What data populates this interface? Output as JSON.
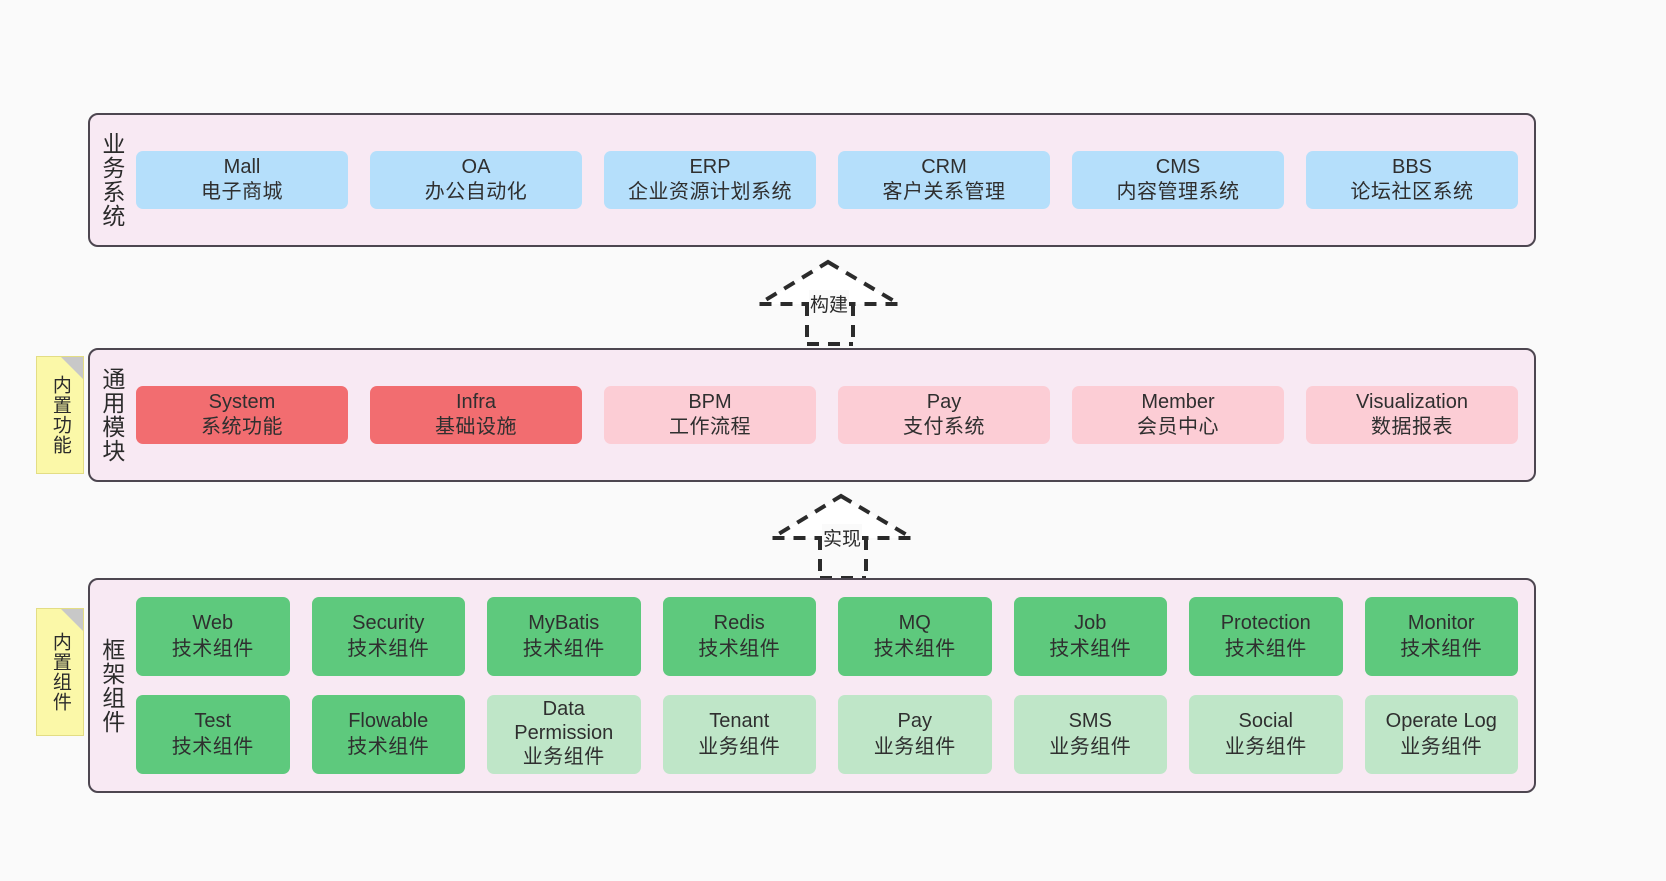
{
  "diagram": {
    "background": "#fafafa",
    "layer_fill": "#f8e9f3",
    "layer_border": "#4d4650",
    "note_fill": "#fbf8a8"
  },
  "layers": [
    {
      "id": "business-systems",
      "title": "业务系统",
      "note": null,
      "rows": [
        {
          "cells": [
            {
              "en": "Mall",
              "cn": "电子商城",
              "color": "#b5dffb",
              "style": "c-blue"
            },
            {
              "en": "OA",
              "cn": "办公自动化",
              "color": "#b5dffb",
              "style": "c-blue"
            },
            {
              "en": "ERP",
              "cn": "企业资源计划系统",
              "color": "#b5dffb",
              "style": "c-blue"
            },
            {
              "en": "CRM",
              "cn": "客户关系管理",
              "color": "#b5dffb",
              "style": "c-blue"
            },
            {
              "en": "CMS",
              "cn": "内容管理系统",
              "color": "#b5dffb",
              "style": "c-blue"
            },
            {
              "en": "BBS",
              "cn": "论坛社区系统",
              "color": "#b5dffb",
              "style": "c-blue"
            }
          ]
        }
      ]
    },
    {
      "id": "common-modules",
      "title": "通用模块",
      "note": "内置功能",
      "rows": [
        {
          "cells": [
            {
              "en": "System",
              "cn": "系统功能",
              "color": "#f26d70",
              "style": "c-red"
            },
            {
              "en": "Infra",
              "cn": "基础设施",
              "color": "#f26d70",
              "style": "c-red"
            },
            {
              "en": "BPM",
              "cn": "工作流程",
              "color": "#fccdd5",
              "style": "c-pink"
            },
            {
              "en": "Pay",
              "cn": "支付系统",
              "color": "#fccdd5",
              "style": "c-pink"
            },
            {
              "en": "Member",
              "cn": "会员中心",
              "color": "#fccdd5",
              "style": "c-pink"
            },
            {
              "en": "Visualization",
              "cn": "数据报表",
              "color": "#fccdd5",
              "style": "c-pink"
            }
          ]
        }
      ]
    },
    {
      "id": "framework-components",
      "title": "框架组件",
      "note": "内置组件",
      "rows": [
        {
          "cells": [
            {
              "en": "Web",
              "cn": "技术组件",
              "color": "#5ec97d",
              "style": "c-green"
            },
            {
              "en": "Security",
              "cn": "技术组件",
              "color": "#5ec97d",
              "style": "c-green"
            },
            {
              "en": "MyBatis",
              "cn": "技术组件",
              "color": "#5ec97d",
              "style": "c-green"
            },
            {
              "en": "Redis",
              "cn": "技术组件",
              "color": "#5ec97d",
              "style": "c-green"
            },
            {
              "en": "MQ",
              "cn": "技术组件",
              "color": "#5ec97d",
              "style": "c-green"
            },
            {
              "en": "Job",
              "cn": "技术组件",
              "color": "#5ec97d",
              "style": "c-green"
            },
            {
              "en": "Protection",
              "cn": "技术组件",
              "color": "#5ec97d",
              "style": "c-green"
            },
            {
              "en": "Monitor",
              "cn": "技术组件",
              "color": "#5ec97d",
              "style": "c-green"
            }
          ]
        },
        {
          "cells": [
            {
              "en": "Test",
              "cn": "技术组件",
              "color": "#5ec97d",
              "style": "c-green"
            },
            {
              "en": "Flowable",
              "cn": "技术组件",
              "color": "#5ec97d",
              "style": "c-green"
            },
            {
              "en": "Data Permission",
              "cn": "业务组件",
              "color": "#bfe6c8",
              "style": "c-lightgreen"
            },
            {
              "en": "Tenant",
              "cn": "业务组件",
              "color": "#bfe6c8",
              "style": "c-lightgreen"
            },
            {
              "en": "Pay",
              "cn": "业务组件",
              "color": "#bfe6c8",
              "style": "c-lightgreen"
            },
            {
              "en": "SMS",
              "cn": "业务组件",
              "color": "#bfe6c8",
              "style": "c-lightgreen"
            },
            {
              "en": "Social",
              "cn": "业务组件",
              "color": "#bfe6c8",
              "style": "c-lightgreen"
            },
            {
              "en": "Operate Log",
              "cn": "业务组件",
              "color": "#bfe6c8",
              "style": "c-lightgreen"
            }
          ]
        }
      ]
    }
  ],
  "connectors": [
    {
      "id": "build",
      "label": "构建",
      "from": "common-modules",
      "to": "business-systems"
    },
    {
      "id": "implement",
      "label": "实现",
      "from": "framework-components",
      "to": "common-modules"
    }
  ]
}
